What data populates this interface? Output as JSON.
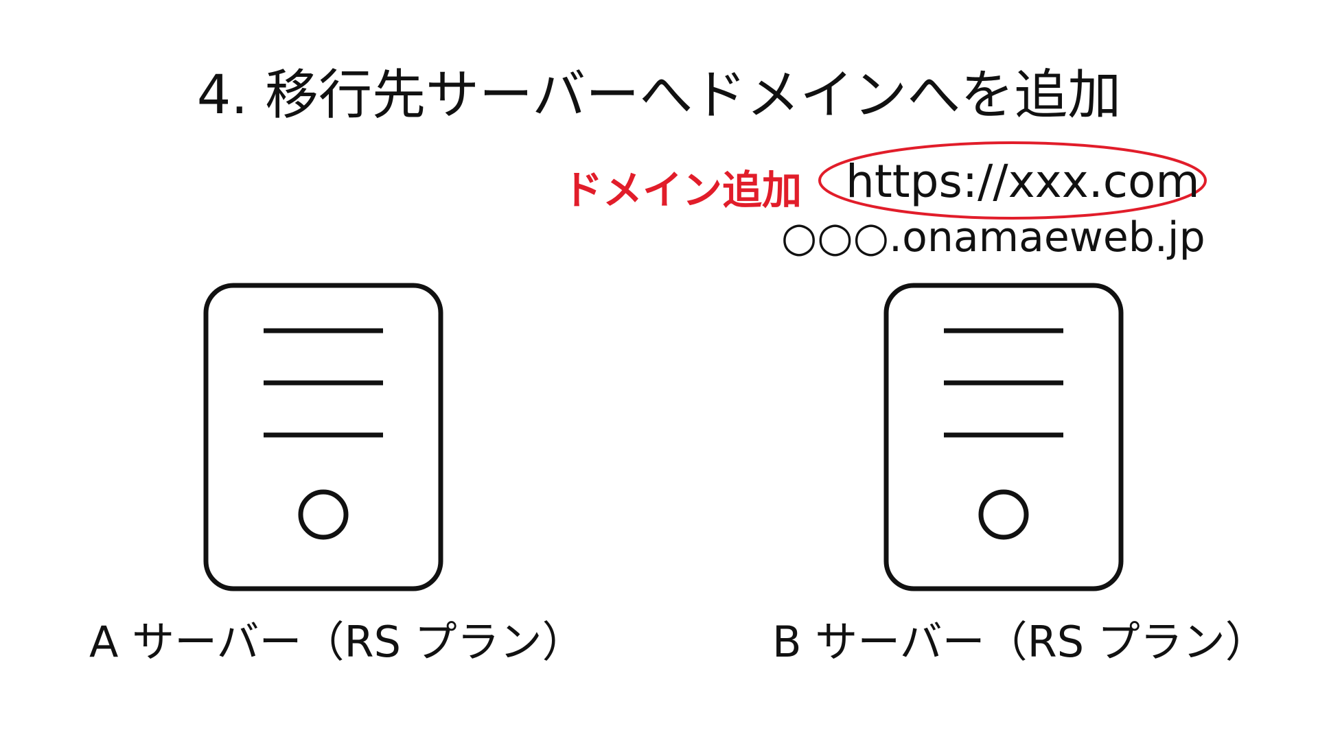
{
  "title": "4. 移行先サーバーへドメインへを追加",
  "annotation": {
    "label": "ドメイン追加",
    "url": "https://xxx.com",
    "highlight_color": "#e11d2a"
  },
  "initial_domain": "○○○.onamaeweb.jp",
  "servers": [
    {
      "icon": "server-icon",
      "label": "A サーバー（RS プラン）"
    },
    {
      "icon": "server-icon",
      "label": "B サーバー（RS プラン）"
    }
  ]
}
